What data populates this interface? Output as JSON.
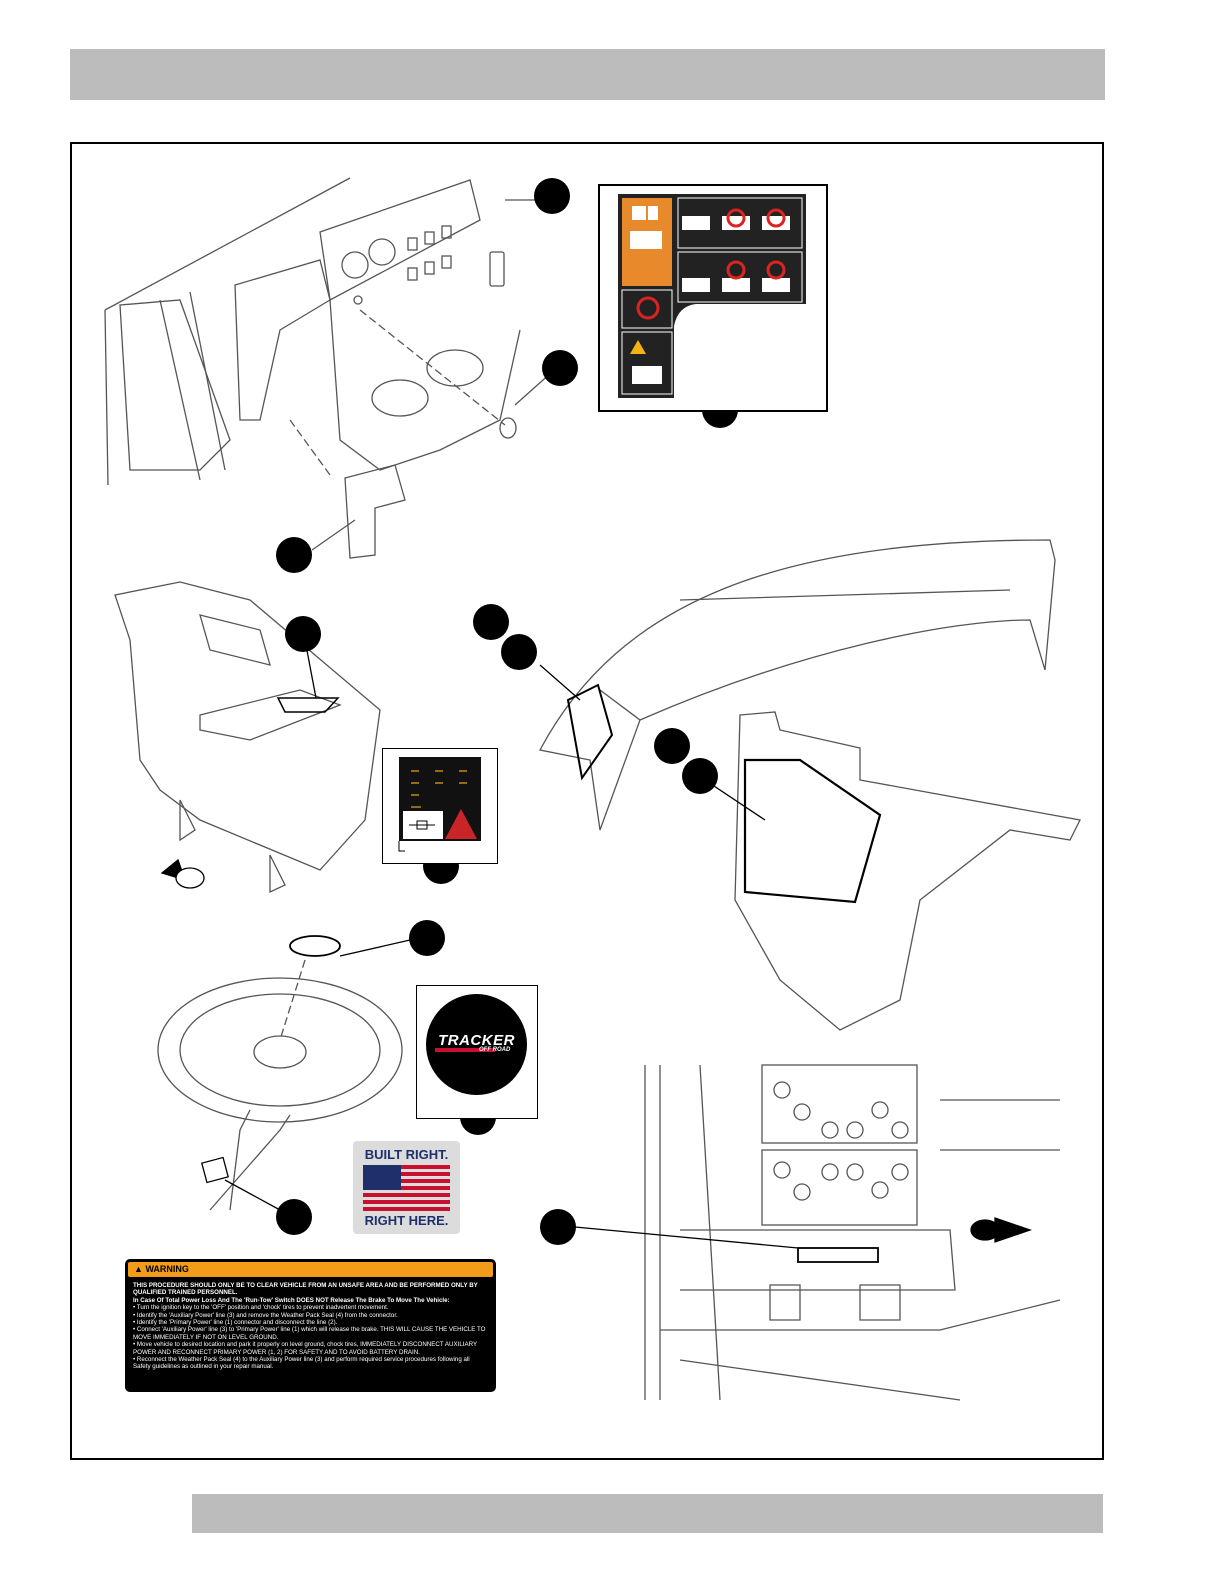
{
  "warning_label": {
    "title": "WARNING",
    "line1": "THIS PROCEDURE SHOULD ONLY BE TO CLEAR VEHICLE FROM AN UNSAFE AREA AND BE PERFORMED ONLY BY QUALIFIED TRAINED PERSONNEL.",
    "line2": "In Case Of Total Power Loss And The 'Run-Tow' Switch DOES NOT Release The Brake To Move The Vehicle:",
    "line3": "• Turn the ignition key to the 'OFF' position and 'chock' tires to prevent inadvertent movement.",
    "line4": "• Identify the 'Auxiliary Power' line (3) and remove the Weather Pack Seal (4) from the connector.",
    "line5": "• Identify the 'Primary Power' line (1) connector and disconnect the line (2).",
    "line6": "• Connect 'Auxiliary Power' line (3) to 'Primary Power' line (1) which will release the brake. THIS WILL CAUSE THE VEHICLE TO MOVE IMMEDIATELY IF NOT ON LEVEL GROUND.",
    "line7": "• Move vehicle to desired location and park it properly on level ground, chock tires, IMMEDIATELY DISCONNECT AUXILIARY POWER AND RECONNECT PRIMARY POWER (1, 2) FOR SAFETY AND TO AVOID BATTERY DRAIN.",
    "line8": "• Reconnect the Weather Pack Seal (4) to the Auxiliary Power line (3) and perform required service procedures following all Safety guidelines as outlined in your repair manual."
  },
  "tracker_logo": {
    "line1": "TRACKER",
    "line2": "OFF ROAD"
  },
  "usa_decal": {
    "top": "BUILT RIGHT.",
    "bottom": "RIGHT HERE."
  },
  "colors": {
    "warning_orange": "#f39c1a",
    "flag_blue": "#1f2f6b",
    "flag_red": "#c8102e",
    "band_gray": "#bcbcbc"
  }
}
